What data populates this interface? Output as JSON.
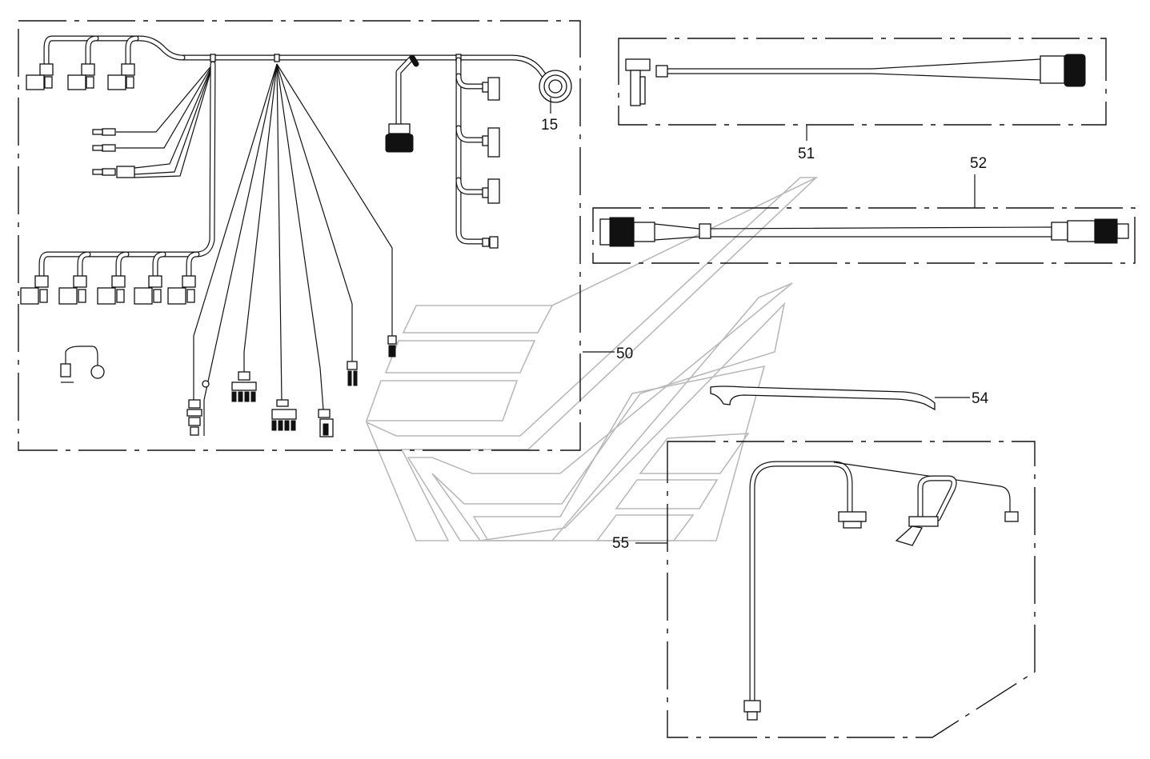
{
  "callouts": {
    "c15": "15",
    "c50": "50",
    "c51": "51",
    "c52": "52",
    "c54": "54",
    "c55": "55"
  },
  "colors": {
    "line": "#111111",
    "watermark": "#b9b9b9",
    "background": "#ffffff"
  },
  "icons": [
    "connector-icon",
    "round-connector-icon",
    "ground-terminal-icon"
  ]
}
